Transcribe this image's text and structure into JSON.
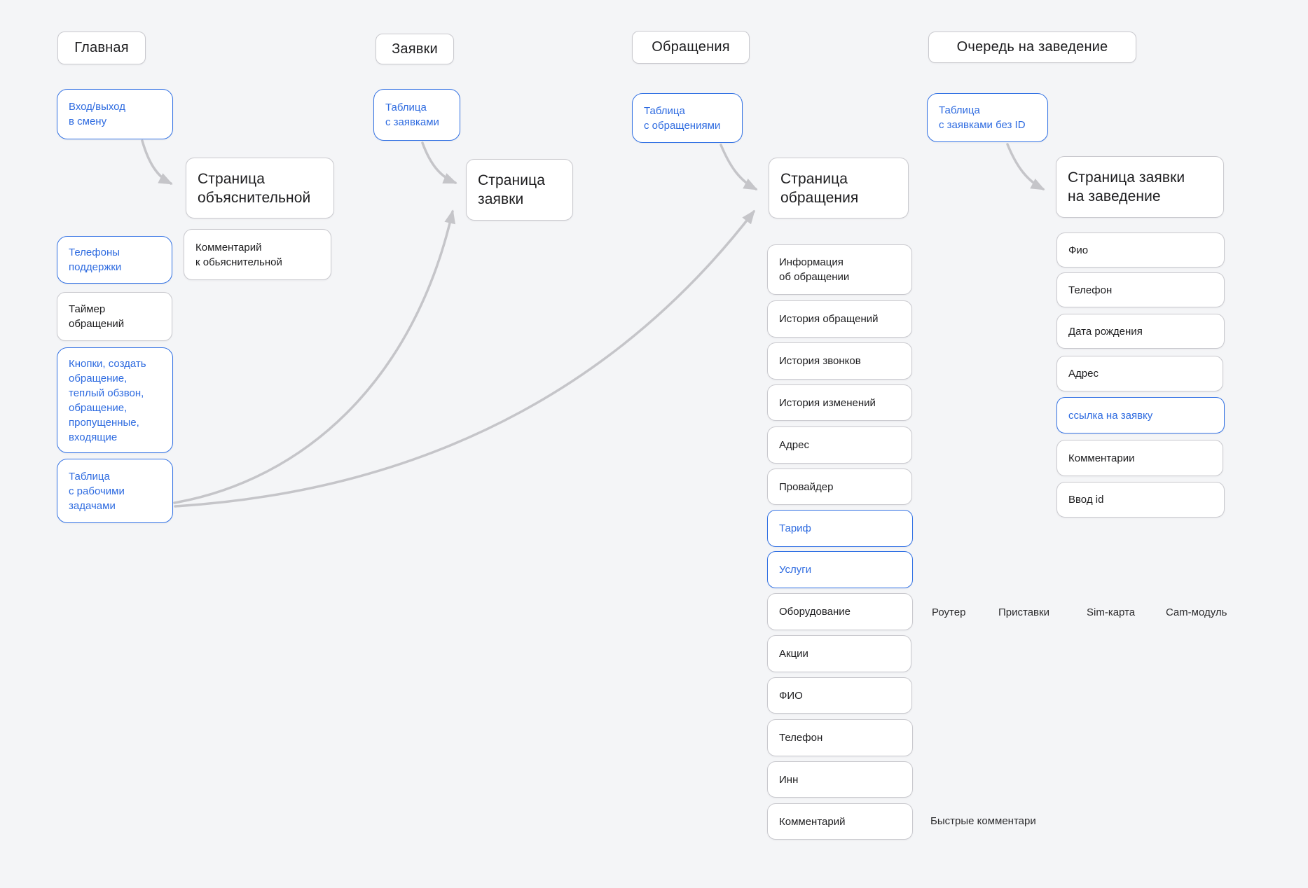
{
  "palette": {
    "background": "#f4f5f7",
    "accent_blue": "#3372e4",
    "accent_blue_text": "#2e6be0",
    "border_gray": "#c9c9ce",
    "arrow_gray": "#c5c5c9",
    "node_bg": "#ffffff",
    "text": "#1d1d1f"
  },
  "columns": {
    "glavnaya": {
      "header": "Главная",
      "entry_feature": "Вход/выход\nв смену",
      "page": "Страница\nобъяснительной",
      "page_child": "Комментарий\nк обьяснительной",
      "features": [
        "Телефоны\nподдержки",
        "Таймер\nобращений",
        "Кнопки, создать\nобращение,\nтеплый обзвон,\nобращение,\nпропущенные,\nвходящие",
        "Таблица\nс рабочими\nзадачами"
      ]
    },
    "zayavki": {
      "header": "Заявки",
      "entry_feature": "Таблица\nс заявками",
      "page": "Страница\nзаявки"
    },
    "obrashcheniya": {
      "header": "Обращения",
      "entry_feature": "Таблица\nс обращениями",
      "page": "Страница\nобращения",
      "page_sections": [
        "Информация\nоб обращении",
        "История обращений",
        "История звонков",
        "История изменений",
        "Адрес",
        "Провайдер",
        "Тариф",
        "Услуги",
        "Оборудование",
        "Акции",
        "ФИО",
        "Телефон",
        "Инн",
        "Комментарий"
      ]
    },
    "ochered": {
      "header": "Очередь на заведение",
      "entry_feature": "Таблица\nс заявками без ID",
      "page": "Страница заявки\nна заведение",
      "page_sections": [
        "Фио",
        "Телефон",
        "Дата рождения",
        "Адрес",
        "ссылка на заявку",
        "Комментарии",
        "Ввод id"
      ]
    }
  },
  "annotations": {
    "equipment": [
      "Роутер",
      "Приставки",
      "Sim-карта",
      "Cam-модуль"
    ],
    "quick_comments": "Быстрые комментари"
  }
}
